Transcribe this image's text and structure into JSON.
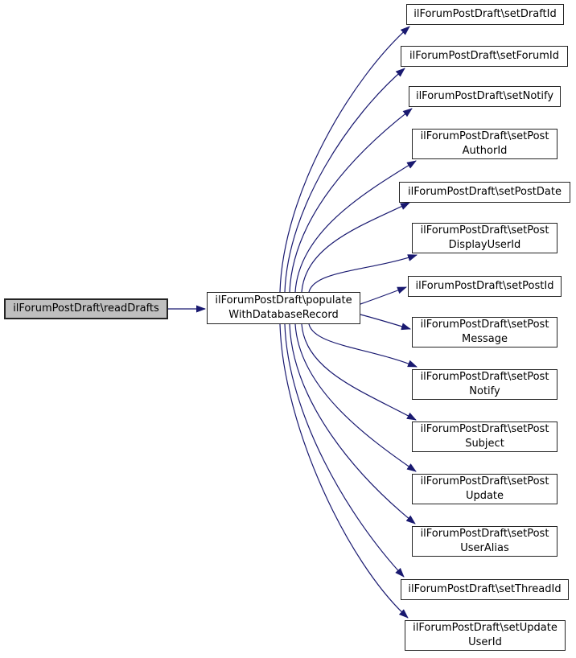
{
  "graph": {
    "type": "call-graph",
    "caller": {
      "label": "ilForumPostDraft\\readDrafts"
    },
    "hub": {
      "label": "ilForumPostDraft\\populate\nWithDatabaseRecord"
    },
    "callees": [
      {
        "label": "ilForumPostDraft\\setDraftId"
      },
      {
        "label": "ilForumPostDraft\\setForumId"
      },
      {
        "label": "ilForumPostDraft\\setNotify"
      },
      {
        "label": "ilForumPostDraft\\setPost\nAuthorId"
      },
      {
        "label": "ilForumPostDraft\\setPostDate"
      },
      {
        "label": "ilForumPostDraft\\setPost\nDisplayUserId"
      },
      {
        "label": "ilForumPostDraft\\setPostId"
      },
      {
        "label": "ilForumPostDraft\\setPost\nMessage"
      },
      {
        "label": "ilForumPostDraft\\setPost\nNotify"
      },
      {
        "label": "ilForumPostDraft\\setPost\nSubject"
      },
      {
        "label": "ilForumPostDraft\\setPost\nUpdate"
      },
      {
        "label": "ilForumPostDraft\\setPost\nUserAlias"
      },
      {
        "label": "ilForumPostDraft\\setThreadId"
      },
      {
        "label": "ilForumPostDraft\\setUpdate\nUserId"
      }
    ],
    "colors": {
      "edge": "#191970",
      "node_border": "#242424",
      "node_fill": "#ffffff",
      "focus_fill": "#bfbfbf",
      "text": "#000000",
      "background": "#ffffff"
    }
  }
}
